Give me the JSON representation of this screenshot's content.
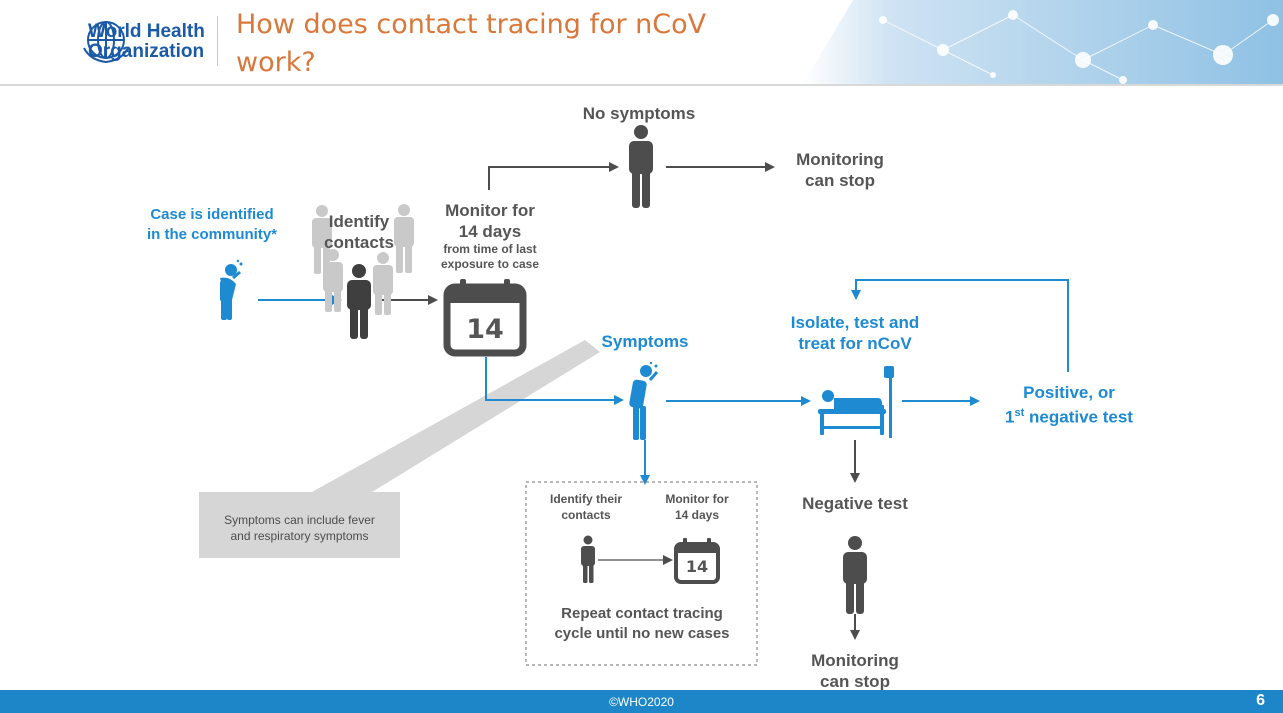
{
  "header": {
    "logo_line1": "World Health",
    "logo_line2": "Organization",
    "title_line1": "How does contact tracing for nCoV",
    "title_line2": "work?"
  },
  "diagram": {
    "no_symptoms": "No symptoms",
    "monitoring_can_stop_top_1": "Monitoring",
    "monitoring_can_stop_top_2": "can stop",
    "case_identified_1": "Case is identified",
    "case_identified_2": "in the community*",
    "identify_contacts_1": "Identify",
    "identify_contacts_2": "contacts",
    "monitor_for_1": "Monitor for",
    "monitor_for_2": "14 days",
    "monitor_for_3": "from time of last",
    "monitor_for_4": "exposure to case",
    "calendar_number": "14",
    "symptoms": "Symptoms",
    "isolate_1": "Isolate, test and",
    "isolate_2": "treat for nCoV",
    "positive_1": "Positive, or",
    "positive_2_pre": "1",
    "positive_2_sup": "st",
    "positive_2_post": " negative test",
    "negative_test": "Negative test",
    "monitoring_can_stop_bottom_1": "Monitoring",
    "monitoring_can_stop_bottom_2": "can stop",
    "callout_1": "Symptoms can include fever",
    "callout_2": "and respiratory symptoms",
    "box_identify_1": "Identify their",
    "box_identify_2": "contacts",
    "box_monitor_1": "Monitor for",
    "box_monitor_2": "14 days",
    "box_calendar_number": "14",
    "box_repeat_1": "Repeat contact tracing",
    "box_repeat_2": "cycle until no new cases"
  },
  "footer": {
    "copyright": "©WHO2020",
    "page_number": "6"
  },
  "colors": {
    "title": "#d9783a",
    "accent_blue": "#1d8ad2",
    "dark_gray": "#4d4d4d",
    "footer_blue": "#1c86c8"
  }
}
